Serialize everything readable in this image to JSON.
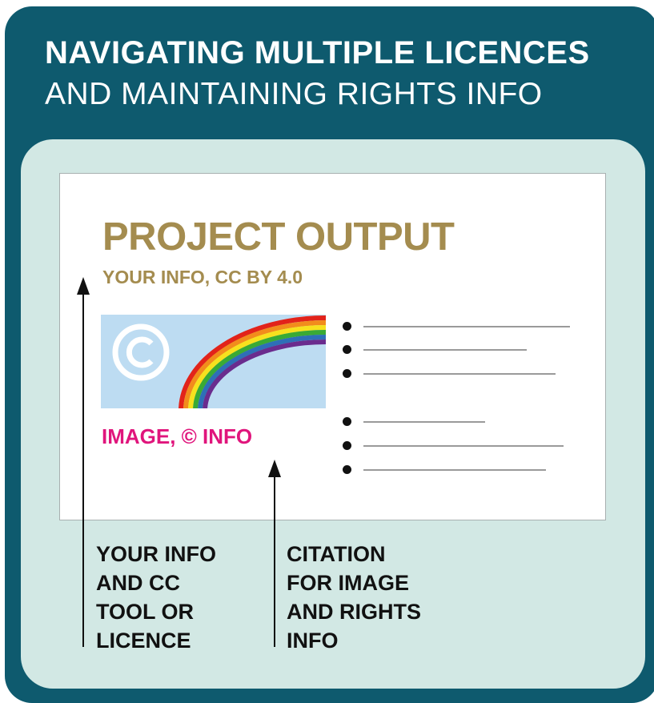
{
  "header": {
    "title_line1": "NAVIGATING MULTIPLE LICENCES",
    "title_line2": "AND MAINTAINING RIGHTS INFO"
  },
  "document": {
    "title": "PROJECT OUTPUT",
    "subtitle": "YOUR INFO, CC BY 4.0",
    "image_caption": "IMAGE, © INFO",
    "image_icons": [
      "copyright-icon",
      "rainbow-icon"
    ],
    "bullet_count": 6
  },
  "annotations": {
    "left_label": [
      "YOUR INFO",
      "AND CC",
      "TOOL OR",
      "LICENCE"
    ],
    "right_label": [
      "CITATION",
      "FOR IMAGE",
      "AND RIGHTS",
      "INFO"
    ]
  },
  "colors": {
    "frame": "#0e5a6e",
    "panel": "#d2e8e4",
    "gold": "#a48c4f",
    "magenta": "#e0157c",
    "image_background": "#bddcf2"
  }
}
